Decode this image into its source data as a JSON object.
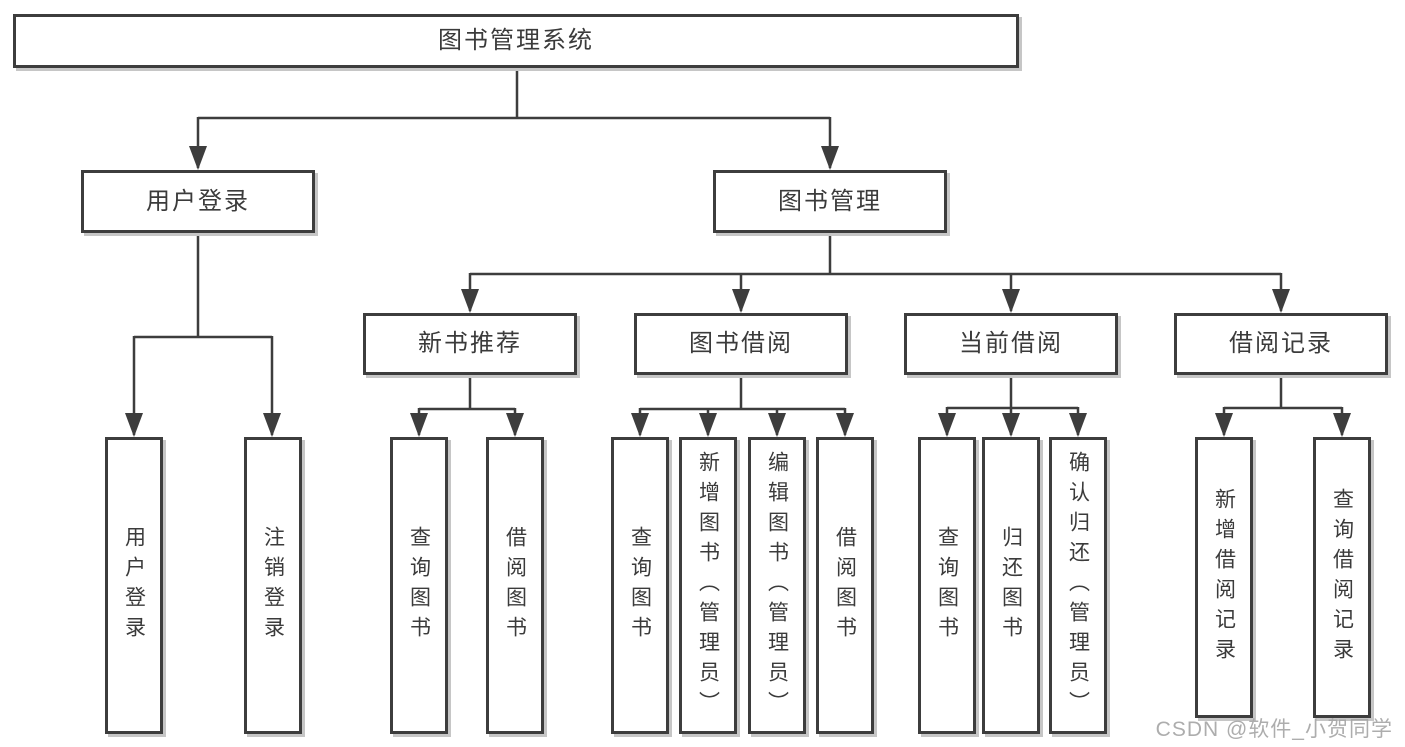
{
  "diagram": {
    "root": {
      "label": "图书管理系统"
    },
    "branches": [
      {
        "label": "用户登录",
        "children": [
          {
            "label": "用户登录"
          },
          {
            "label": "注销登录"
          }
        ]
      },
      {
        "label": "图书管理",
        "children": [
          {
            "label": "新书推荐",
            "children": [
              {
                "label": "查询图书"
              },
              {
                "label": "借阅图书"
              }
            ]
          },
          {
            "label": "图书借阅",
            "children": [
              {
                "label": "查询图书"
              },
              {
                "label": "新增图书（管理员）"
              },
              {
                "label": "编辑图书（管理员）"
              },
              {
                "label": "借阅图书"
              }
            ]
          },
          {
            "label": "当前借阅",
            "children": [
              {
                "label": "查询图书"
              },
              {
                "label": "归还图书"
              },
              {
                "label": "确认归还（管理员）"
              }
            ]
          },
          {
            "label": "借阅记录",
            "children": [
              {
                "label": "新增借阅记录"
              },
              {
                "label": "查询借阅记录"
              }
            ]
          }
        ]
      }
    ]
  },
  "colors": {
    "line": "#3d3d3d",
    "box_border": "#3d3d3d",
    "text": "#3b3b3b",
    "box_shadow": "#c6c6c6",
    "watermark": "#a4a4a4",
    "background": "#ffffff"
  },
  "watermark": {
    "text": "CSDN @软件_小贺同学"
  }
}
